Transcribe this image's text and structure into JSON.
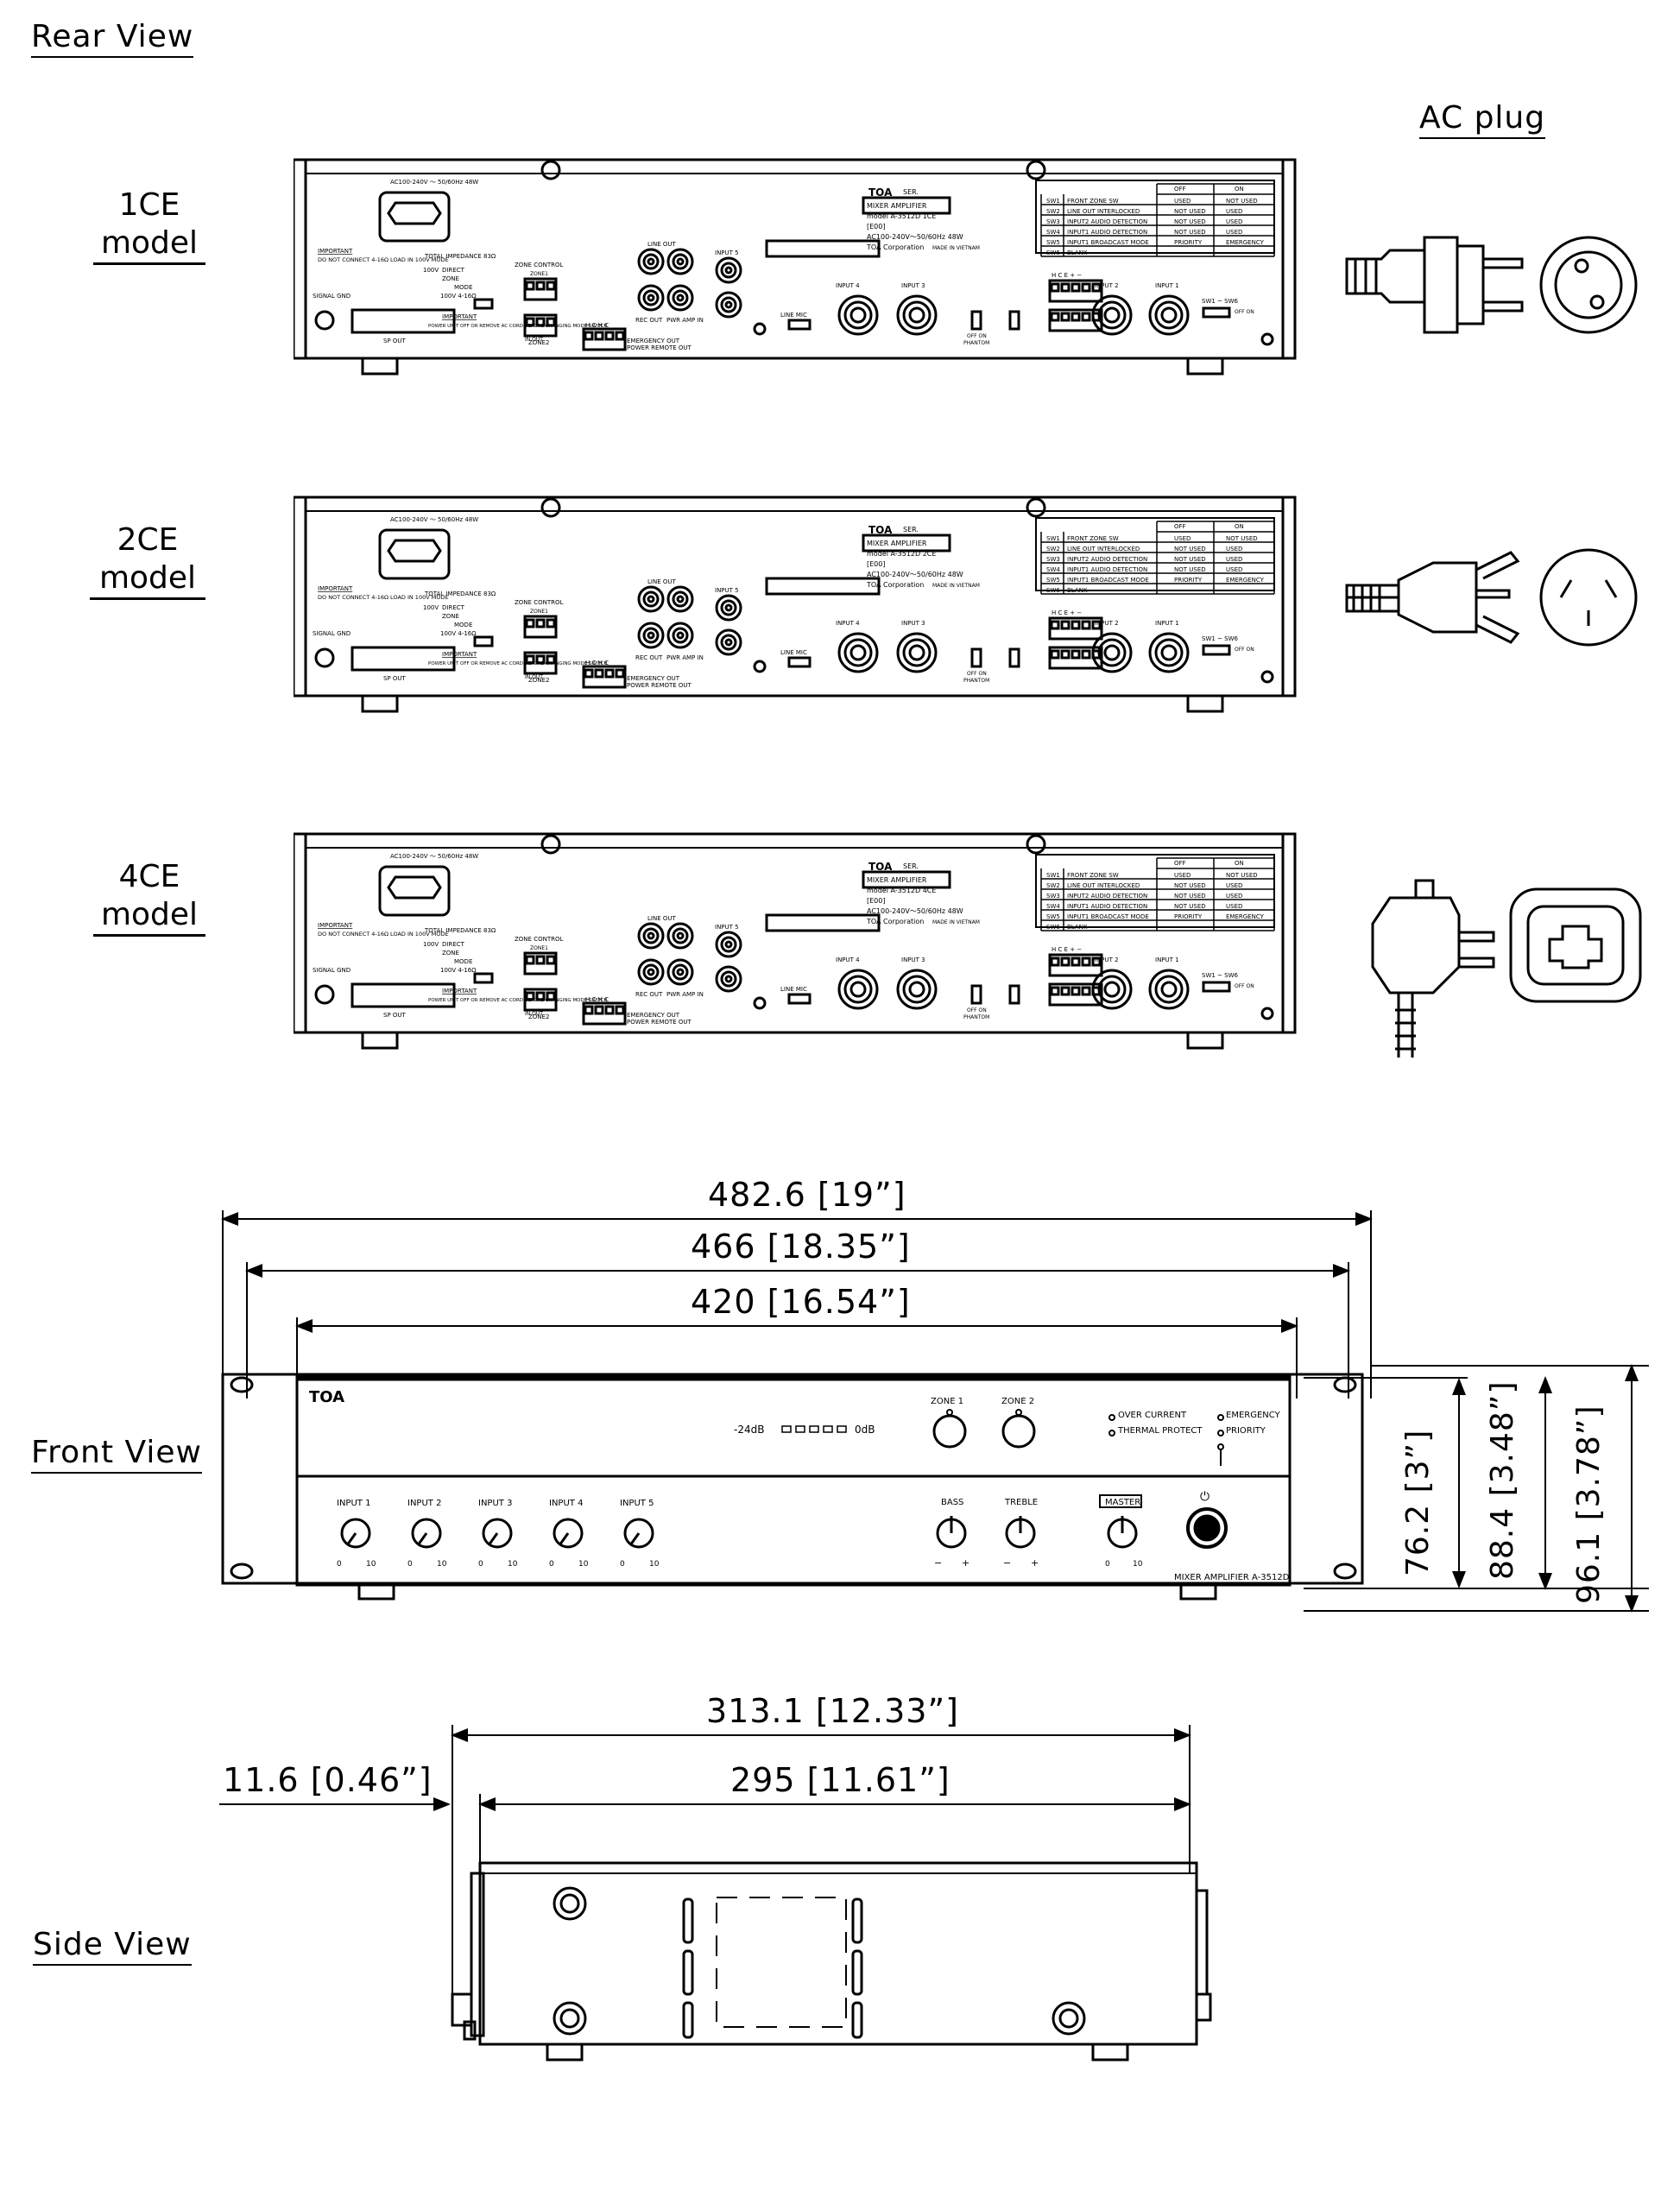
{
  "sections": {
    "rear": "Rear View",
    "front": "Front View",
    "side": "Side View",
    "ac_plug": "AC plug"
  },
  "models": [
    {
      "code": "1CE",
      "suffix": "model",
      "plug_icon": "schuko-plug-icon",
      "socket_icon": "schuko-socket-icon"
    },
    {
      "code": "2CE",
      "suffix": "model",
      "plug_icon": "au-plug-icon",
      "socket_icon": "au-socket-icon"
    },
    {
      "code": "4CE",
      "suffix": "model",
      "plug_icon": "uk-plug-icon",
      "socket_icon": "uk-socket-icon"
    }
  ],
  "rear_panel": {
    "ac_in": "AC100-240V ～ 50/60Hz 48W",
    "important": "IMPORTANT",
    "warning": "DO NOT CONNECT 4-16Ω LOAD IN 100V MODE",
    "total_impedance": "TOTAL IMPEDANCE 83Ω",
    "direct": "DIRECT",
    "zone": "ZONE",
    "v100": "100V",
    "mode": "MODE",
    "mode_opts": "100V 4-16Ω",
    "important2": "IMPORTANT",
    "power_note": "POWER UNIT OFF OR REMOVE AC CORD BEFORE CHANGING MODE SWITCH",
    "signal_gnd": "SIGNAL GND",
    "sp_out": "SP OUT",
    "zone_control": "ZONE CONTROL",
    "zone1": "ZONE1",
    "zone2": "ZONE2",
    "in_out": "IN OUT",
    "line_out": "LINE OUT",
    "rec_out": "REC OUT",
    "pwr_amp_in": "PWR AMP IN",
    "input5": "INPUT 5",
    "input4": "INPUT 4",
    "input3": "INPUT 3",
    "input2": "INPUT 2",
    "input1": "INPUT 1",
    "line_mic": "LINE MIC",
    "off_on": "OFF ON",
    "phantom": "PHANTOM",
    "hc_hc": "H C H C",
    "emergency_out": "EMERGENCY OUT",
    "power_remote_out": "POWER REMOTE OUT",
    "hce": "H C E + −",
    "sw_range": "SW1 ~ SW6",
    "sw_off_on": "OFF ON",
    "brand": "TOA",
    "ser": "SER.",
    "mixer_amplifier": "MIXER AMPLIFIER",
    "model_lines": [
      "model A-3512D 1CE",
      "model A-3512D 2CE",
      "model A-3512D 4CE"
    ],
    "e00": "[E00]",
    "power_rating": "AC100-240V～50/60Hz 48W",
    "corp": "TOA Corporation",
    "made_in": "MADE IN VIETNAM",
    "sw_table": {
      "headers": [
        "",
        "",
        "OFF",
        "ON"
      ],
      "rows": [
        [
          "SW1",
          "FRONT ZONE SW",
          "USED",
          "NOT USED"
        ],
        [
          "SW2",
          "LINE OUT INTERLOCKED",
          "NOT USED",
          "USED"
        ],
        [
          "SW3",
          "INPUT2 AUDIO DETECTION",
          "NOT USED",
          "USED"
        ],
        [
          "SW4",
          "INPUT1 AUDIO DETECTION",
          "NOT USED",
          "USED"
        ],
        [
          "SW5",
          "INPUT1 BROADCAST MODE",
          "PRIORITY",
          "EMERGENCY"
        ],
        [
          "SW6",
          "BLANK",
          "—",
          "—"
        ]
      ]
    }
  },
  "front_panel": {
    "brand": "TOA",
    "meter_low": "-24dB",
    "meter_high": "0dB",
    "zone1": "ZONE 1",
    "zone2": "ZONE 2",
    "over_current": "OVER CURRENT",
    "thermal_protect": "THERMAL PROTECT",
    "emergency": "EMERGENCY",
    "priority": "PRIORITY",
    "inputs": [
      "INPUT 1",
      "INPUT 2",
      "INPUT 3",
      "INPUT 4",
      "INPUT 5"
    ],
    "bass": "BASS",
    "treble": "TREBLE",
    "master": "MASTER",
    "scale_low": "0",
    "scale_high": "10",
    "tone_minus": "−",
    "tone_plus": "+",
    "power_symbol": "⏻",
    "model_label": "MIXER AMPLIFIER A-3512D"
  },
  "dimensions": {
    "width_overall": "482.6 [19”]",
    "width_body": "466 [18.35”]",
    "width_inner": "420 [16.54”]",
    "height_panel": "76.2 [3”]",
    "height_body": "88.4 [3.48”]",
    "height_overall": "96.1 [3.78”]",
    "depth_overall": "313.1 [12.33”]",
    "depth_body": "295 [11.61”]",
    "front_protrusion": "11.6 [0.46”]"
  }
}
